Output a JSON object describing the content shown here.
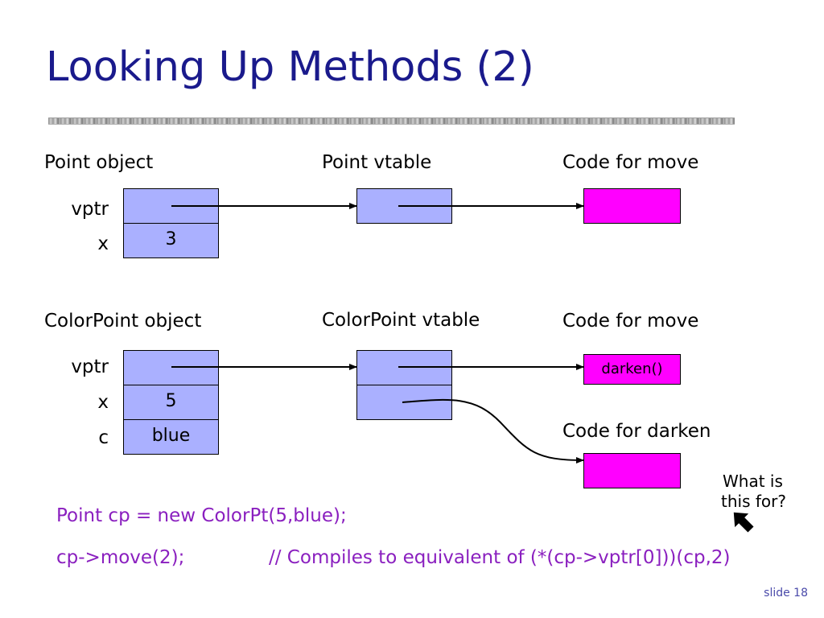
{
  "title": "Looking Up Methods (2)",
  "labels": {
    "point_object": "Point object",
    "point_vtable": "Point vtable",
    "code_for_move_1": "Code for move",
    "colorpoint_object": "ColorPoint object",
    "colorpoint_vtable": "ColorPoint vtable",
    "code_for_move_2": "Code for move",
    "code_for_darken": "Code for darken"
  },
  "point_fields": {
    "vptr": "vptr",
    "x": "x",
    "x_value": "3"
  },
  "colorpoint_fields": {
    "vptr": "vptr",
    "x": "x",
    "c": "c",
    "x_value": "5",
    "c_value": "blue"
  },
  "move_code_content": "darken()",
  "code": {
    "line1": "Point cp = new ColorPt(5,blue);",
    "line2_code": "cp->move(2);",
    "line2_comment": "// Compiles to equivalent of (*(cp->vptr[0]))(cp,2)"
  },
  "note": {
    "line1": "What is",
    "line2": "this for?"
  },
  "slide_number": "slide 18"
}
